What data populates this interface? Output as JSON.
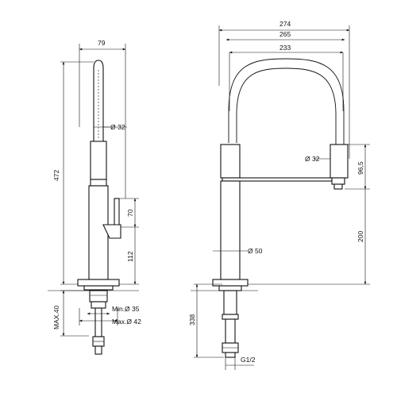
{
  "drawing": {
    "side_view": {
      "width_label": "79",
      "height_label": "472",
      "spout_diameter_label": "Ø 32",
      "lever_height_label": "70",
      "lever_base_label": "112",
      "deck_thickness_label": "MAX.40",
      "hole_min_label": "Min.Ø 35",
      "hole_max_label": "Max.Ø 42"
    },
    "front_view": {
      "overall_width_label": "274",
      "arc_outer_label": "265",
      "arc_inner_label": "233",
      "head_diameter_label": "Ø 32",
      "head_drop_label": "96,5",
      "body_diameter_label": "Ø 50",
      "outlet_height_label": "200",
      "below_deck_label": "338",
      "connection_label": "G1/2"
    }
  }
}
